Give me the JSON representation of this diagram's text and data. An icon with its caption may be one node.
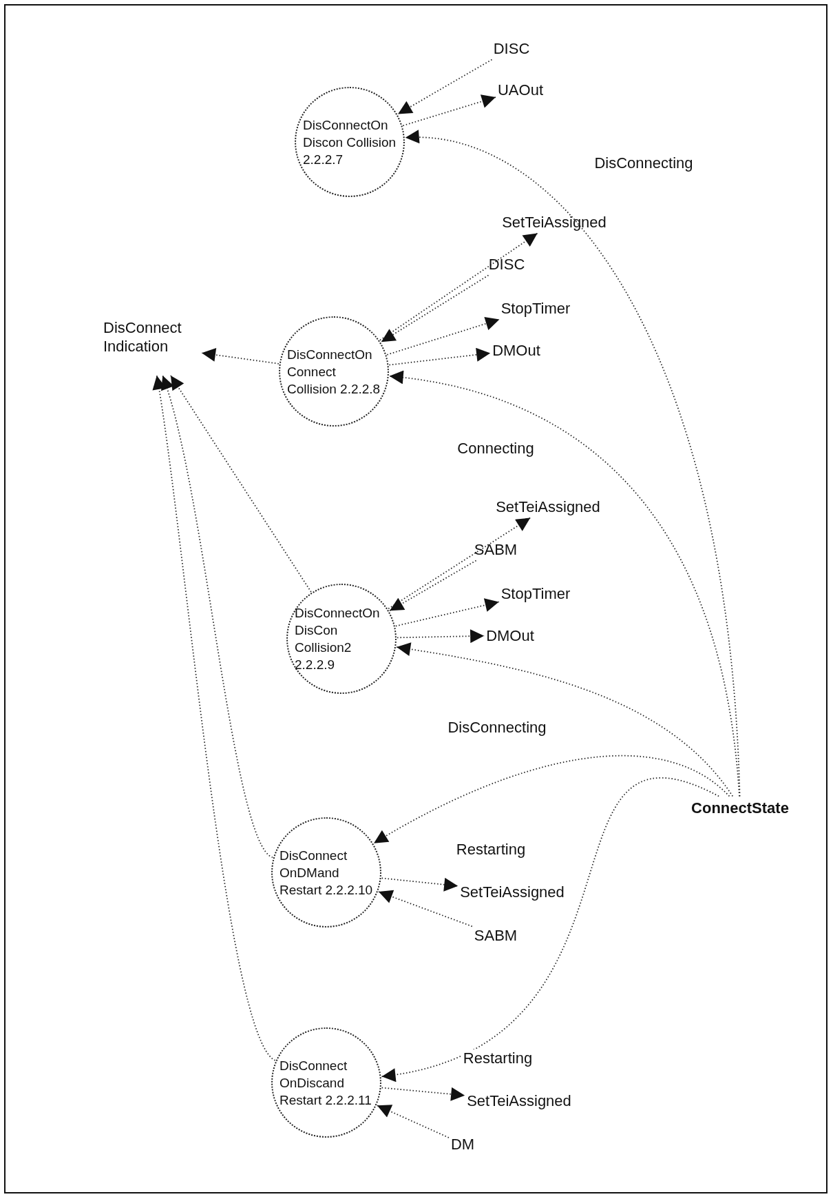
{
  "diagram": {
    "nodes": [
      {
        "text": [
          "DisConnectOn Discon Collision 2.2.2.7"
        ]
      },
      {
        "text": [
          "DISC"
        ]
      },
      {
        "text": [
          "UAOut"
        ]
      },
      {
        "text": [
          "DisConnectOn Connect Collision 2.2.2.8"
        ]
      },
      {
        "text": [
          "SetTeiAssigned"
        ]
      },
      {
        "text": [
          "DISC"
        ]
      },
      {
        "text": [
          "StopTimer"
        ]
      },
      {
        "text": [
          "DMOut"
        ]
      },
      {
        "text": [
          "DisConnect Indication"
        ]
      },
      {
        "text": [
          "DisConnectOn DisCon Collision2 2.2.2.9"
        ]
      },
      {
        "text": [
          "SetTeiAssigned"
        ]
      },
      {
        "text": [
          "SABM"
        ]
      },
      {
        "text": [
          "StopTimer"
        ]
      },
      {
        "text": [
          "DMOut"
        ]
      },
      {
        "text": [
          "ConnectState"
        ]
      },
      {
        "text": [
          "DisConnect OnDMand Restart 2.2.2.10"
        ]
      },
      {
        "text": [
          "SetTeiAssigned"
        ]
      },
      {
        "text": [
          "SABM"
        ]
      },
      {
        "text": [
          "DisConnect OnDiscand Restart 2.2.2.11"
        ]
      },
      {
        "text": [
          "SetTeiAssigned"
        ]
      },
      {
        "text": [
          "DM"
        ]
      }
    ],
    "edges": [
      {
        "from": 1,
        "to": 0,
        "arrow": "to"
      },
      {
        "from": 0,
        "to": 2,
        "arrow": "to"
      },
      {
        "from": 14,
        "to": 0,
        "arrow": "to",
        "label": "DisConnecting"
      },
      {
        "from": 3,
        "to": 4,
        "arrow": "to"
      },
      {
        "from": 5,
        "to": 3,
        "arrow": "to"
      },
      {
        "from": 3,
        "to": 6,
        "arrow": "to"
      },
      {
        "from": 3,
        "to": 7,
        "arrow": "to"
      },
      {
        "from": 14,
        "to": 3,
        "arrow": "to",
        "label": "Connecting"
      },
      {
        "from": 3,
        "to": 8,
        "arrow": "to"
      },
      {
        "from": 9,
        "to": 10,
        "arrow": "to"
      },
      {
        "from": 11,
        "to": 9,
        "arrow": "to"
      },
      {
        "from": 9,
        "to": 12,
        "arrow": "to"
      },
      {
        "from": 9,
        "to": 13,
        "arrow": "to"
      },
      {
        "from": 14,
        "to": 9,
        "arrow": "to",
        "label": "DisConnecting"
      },
      {
        "from": 9,
        "to": 8,
        "arrow": "to"
      },
      {
        "from": 15,
        "to": 8,
        "arrow": "to"
      },
      {
        "from": 18,
        "to": 8,
        "arrow": "to"
      },
      {
        "from": 14,
        "to": 15,
        "arrow": "to",
        "label": "Restarting"
      },
      {
        "from": 15,
        "to": 16,
        "arrow": "to"
      },
      {
        "from": 17,
        "to": 15,
        "arrow": "to"
      },
      {
        "from": 14,
        "to": 18,
        "arrow": "to",
        "label": "Restarting"
      },
      {
        "from": 18,
        "to": 19,
        "arrow": "to"
      },
      {
        "from": 20,
        "to": 18,
        "arrow": "to"
      }
    ]
  }
}
